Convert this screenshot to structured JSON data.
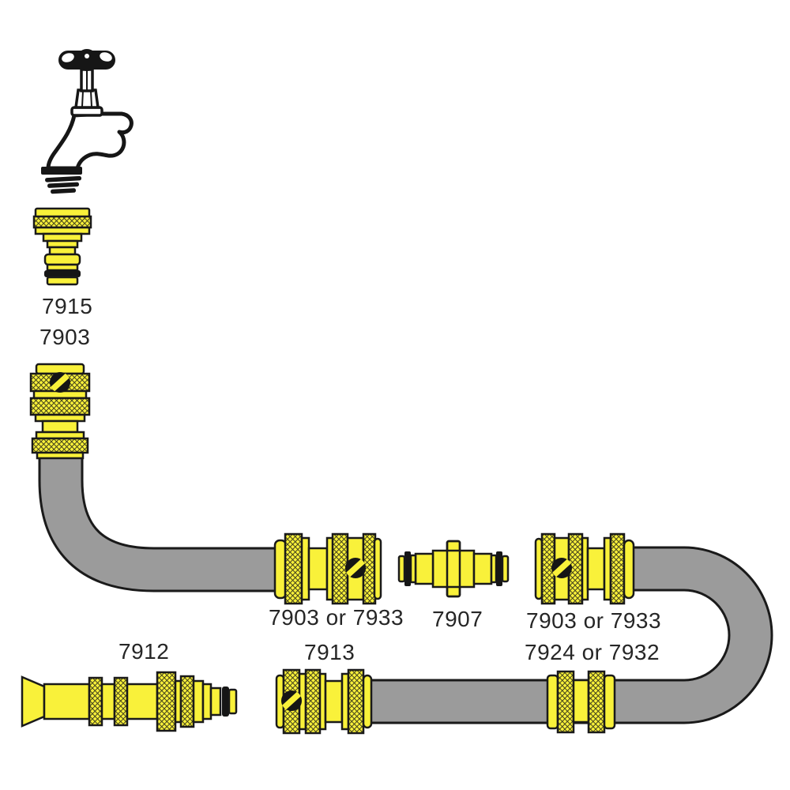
{
  "diagram": {
    "type": "hose-fitting-assembly-diagram"
  },
  "labels": {
    "tap_adaptor": "7915",
    "tap_adaptor_alt": "7903",
    "connector_left": "7903 or 7933",
    "coupler": "7907",
    "connector_right": "7903 or 7933",
    "hose_repairer": "7924 or 7932",
    "nozzle": "7912",
    "hose_end_connector": "7913"
  },
  "colors": {
    "part-yellow": "#f9f13a",
    "outline": "#1a1a1a",
    "hose-gray": "#9b9b9b",
    "label-text": "#262626"
  }
}
